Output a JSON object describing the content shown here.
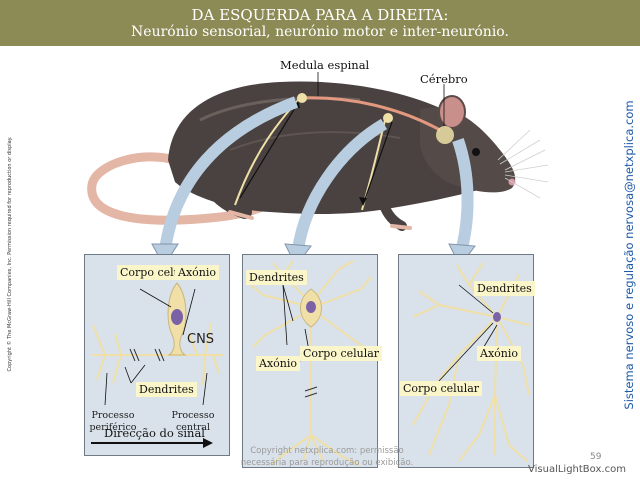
{
  "header": {
    "title": "DA ESQUERDA PARA A DIREITA:",
    "subtitle": "Neurónio sensorial, neurónio motor e inter-neurónio."
  },
  "figure": {
    "spinal_cord_label": "Medula espinal",
    "brain_label": "Cérebro"
  },
  "panels": {
    "sensory": {
      "cell_body_label": "Corpo celular",
      "axon_label": "Axónio",
      "cns_label": "CNS",
      "dendrites_label": "Dendrites",
      "peripheral_process_label": "Processo\nperiférico",
      "central_process_label": "Processo\ncentral",
      "signal_direction_label": "Direcção do sinal"
    },
    "motor": {
      "dendrites_label": "Dendrites",
      "cell_body_label": "Corpo celular",
      "axon_label": "Axónio"
    },
    "interneuron": {
      "dendrites_label": "Dendrites",
      "axon_label": "Axónio",
      "cell_body_label": "Corpo celular"
    }
  },
  "copyright_side": "Copyright © The McGraw-Hill Companies, Inc. Permission required for reproduction or display.",
  "site_side": "Sistema nervoso e regulação nervosa@netxplica.com",
  "watermark": "Copyright netxplica.com: permissão\nnecessária para reprodução ou exibição.",
  "page_number": "59",
  "lightbox_credit": "VisualLightBox.com",
  "colors": {
    "header_bg": "#8c8a55",
    "panel_bg": "#d9e2ea",
    "label_bg": "#fbf6c9",
    "neuron": "#f0dfa6",
    "arrow": "#b8cde0",
    "site_text": "#1f5aa8"
  }
}
